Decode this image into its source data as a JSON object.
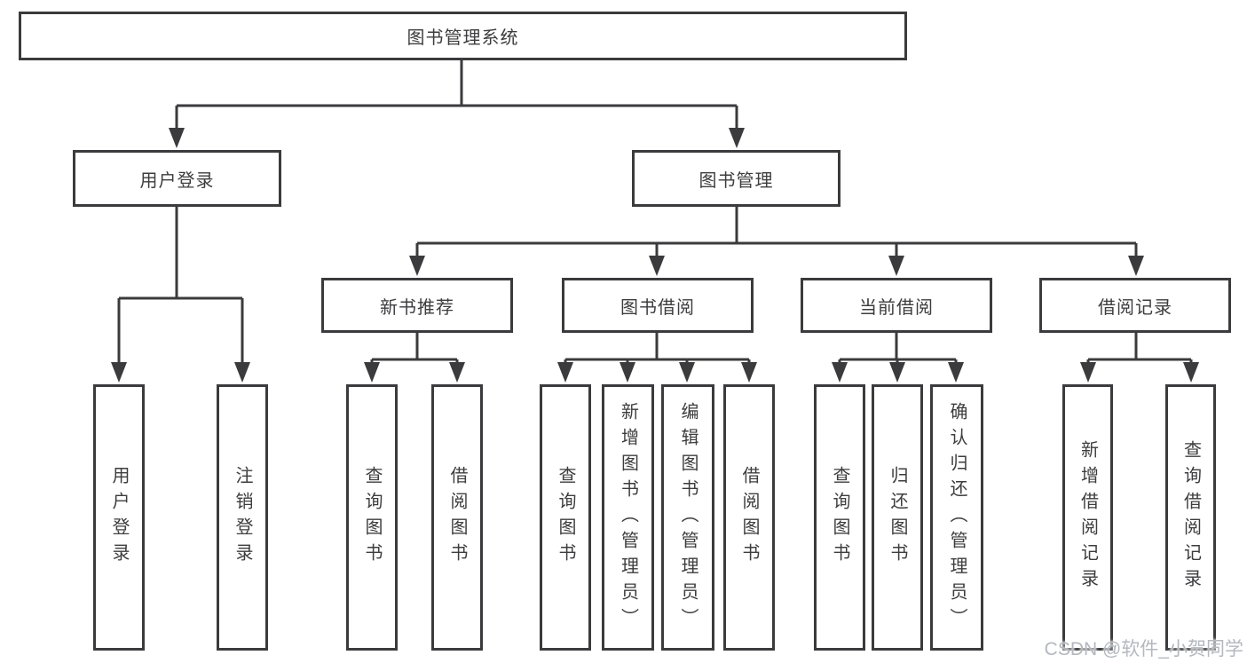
{
  "diagram": {
    "root": {
      "label": "图书管理系统"
    },
    "level1": {
      "user_login": {
        "label": "用户登录"
      },
      "book_mgmt": {
        "label": "图书管理"
      }
    },
    "level2": {
      "new_books": {
        "label": "新书推荐"
      },
      "book_borrow": {
        "label": "图书借阅"
      },
      "current_borrow": {
        "label": "当前借阅"
      },
      "borrow_records": {
        "label": "借阅记录"
      }
    },
    "leaves": {
      "user_login": {
        "label": "用户登录"
      },
      "logout": {
        "label": "注销登录"
      },
      "nb_query_books": {
        "label": "查询图书"
      },
      "nb_borrow_books": {
        "label": "借阅图书"
      },
      "bb_query_books": {
        "label": "查询图书"
      },
      "bb_add_books": {
        "label": "新增图书（管理员）"
      },
      "bb_edit_books": {
        "label": "编辑图书（管理员）"
      },
      "bb_borrow_books": {
        "label": "借阅图书"
      },
      "cb_query_books": {
        "label": "查询图书"
      },
      "cb_return_books": {
        "label": "归还图书"
      },
      "cb_confirm_return": {
        "label": "确认归还（管理员）"
      },
      "br_add_record": {
        "label": "新增借阅记录"
      },
      "br_query_record": {
        "label": "查询借阅记录"
      }
    },
    "watermark": "CSDN @软件_小贺同学",
    "colors": {
      "line": "#3b3b3d",
      "text": "#3d3d3f",
      "watermark": "#b3b8bf",
      "background": "#ffffff"
    }
  }
}
